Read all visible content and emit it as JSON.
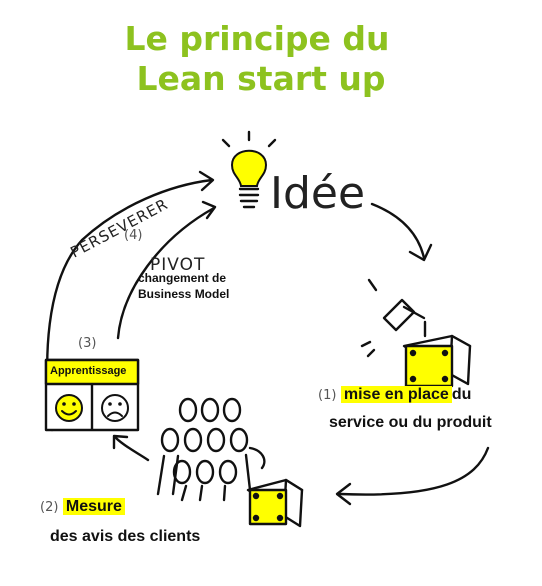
{
  "title": {
    "line1": "Le principe du",
    "line2": "Lean start up",
    "color": "#8dc21f"
  },
  "accent": "#ffff00",
  "idea": {
    "label": "Idée",
    "icon": "lightbulb-icon"
  },
  "steps": {
    "s1": {
      "number": "(1)",
      "highlight": "mise en place",
      "text_after": "du",
      "line2": "service ou du produit",
      "icon": "hammer-icon"
    },
    "s2": {
      "number": "(2)",
      "highlight": "Mesure",
      "line2": "des avis des clients",
      "icon": "people-icon"
    },
    "s3": {
      "number": "(3)",
      "label": "Apprentissage",
      "icons": [
        "happy-face-icon",
        "sad-face-icon"
      ]
    },
    "s4": {
      "number": "(4)",
      "persevere": "PERSEVERER",
      "pivot": "PIVOT",
      "pivot_sub1": "changement de",
      "pivot_sub2": "Business Model"
    }
  }
}
